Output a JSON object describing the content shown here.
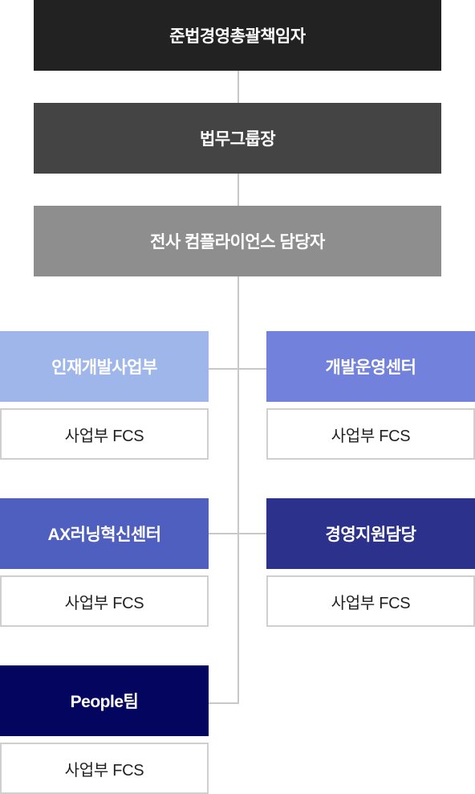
{
  "top_nodes": [
    {
      "label": "준법경영총괄책임자",
      "color": "#222222"
    },
    {
      "label": "법무그룹장",
      "color": "#444444"
    },
    {
      "label": "전사 컴플라이언스 담당자",
      "color": "#8e8e8e"
    }
  ],
  "units": [
    {
      "label": "인재개발사업부",
      "sub": "사업부 FCS",
      "color": "#9fb6ea"
    },
    {
      "label": "개발운영센터",
      "sub": "사업부 FCS",
      "color": "#7281db"
    },
    {
      "label": "AX러닝혁신센터",
      "sub": "사업부 FCS",
      "color": "#4e5fc0"
    },
    {
      "label": "경영지원담당",
      "sub": "사업부 FCS",
      "color": "#2c318c"
    },
    {
      "label": "People팀",
      "sub": "사업부 FCS",
      "color": "#03055f"
    }
  ]
}
